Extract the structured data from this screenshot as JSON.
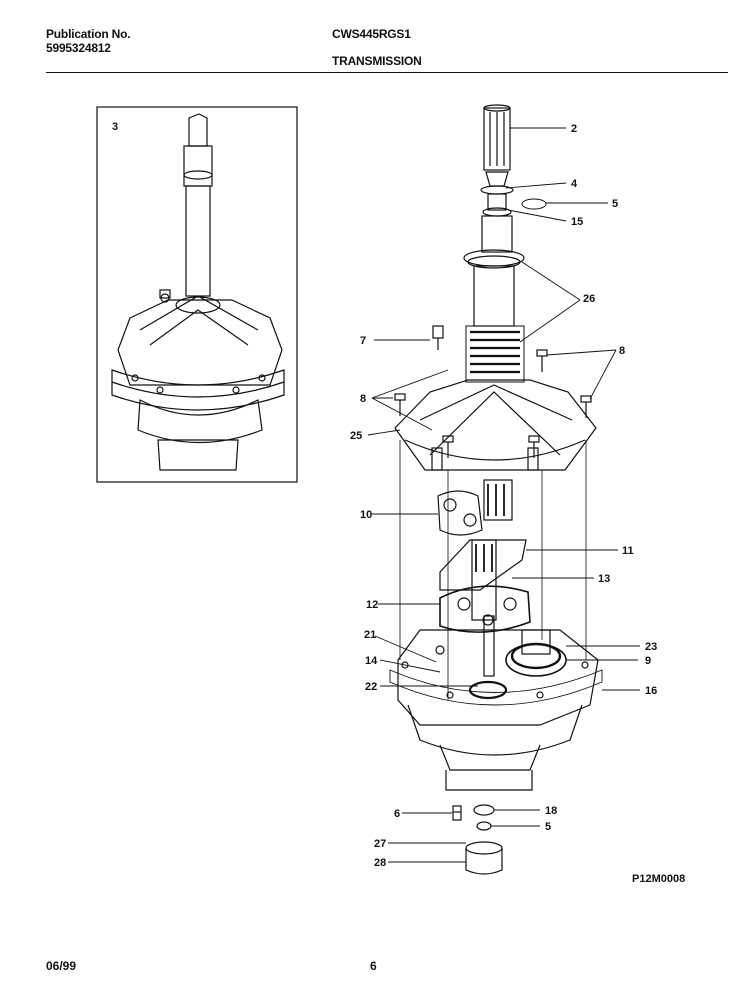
{
  "header": {
    "publication_label": "Publication No.",
    "publication_number": "5995324812",
    "model": "CWS445RGS1",
    "section_title": "TRANSMISSION"
  },
  "inset": {
    "callout": "3"
  },
  "callouts": [
    "2",
    "4",
    "5",
    "15",
    "26",
    "7",
    "8",
    "8",
    "25",
    "10",
    "11",
    "13",
    "12",
    "21",
    "14",
    "22",
    "23",
    "9",
    "16",
    "6",
    "18",
    "5",
    "27",
    "28"
  ],
  "diagram_code": "P12M0008",
  "footer": {
    "date": "06/99",
    "page": "6"
  }
}
